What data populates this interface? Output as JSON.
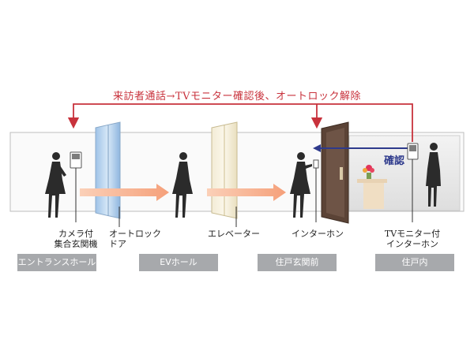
{
  "headline": "来訪者通話→TVモニター確認後、オートロック解除",
  "confirm_label": "確認",
  "labels": {
    "camera_line1": "カメラ付",
    "camera_line2": "集合玄関機",
    "autolock_line1": "オートロック",
    "autolock_line2": "ドア",
    "elevator": "エレベーター",
    "intercom": "インターホン",
    "tv_line1": "TVモニター付",
    "tv_line2": "インターホン"
  },
  "zones": [
    "エントランスホール",
    "EVホール",
    "住戸玄関前",
    "住戸内"
  ],
  "colors": {
    "red_line": "#c8323c",
    "flow_arrow": "#f5a07a",
    "confirm_arrow": "#2e3a8c",
    "zone_tag": "#a7a9ac",
    "silhouette": "#2b2b2b"
  }
}
